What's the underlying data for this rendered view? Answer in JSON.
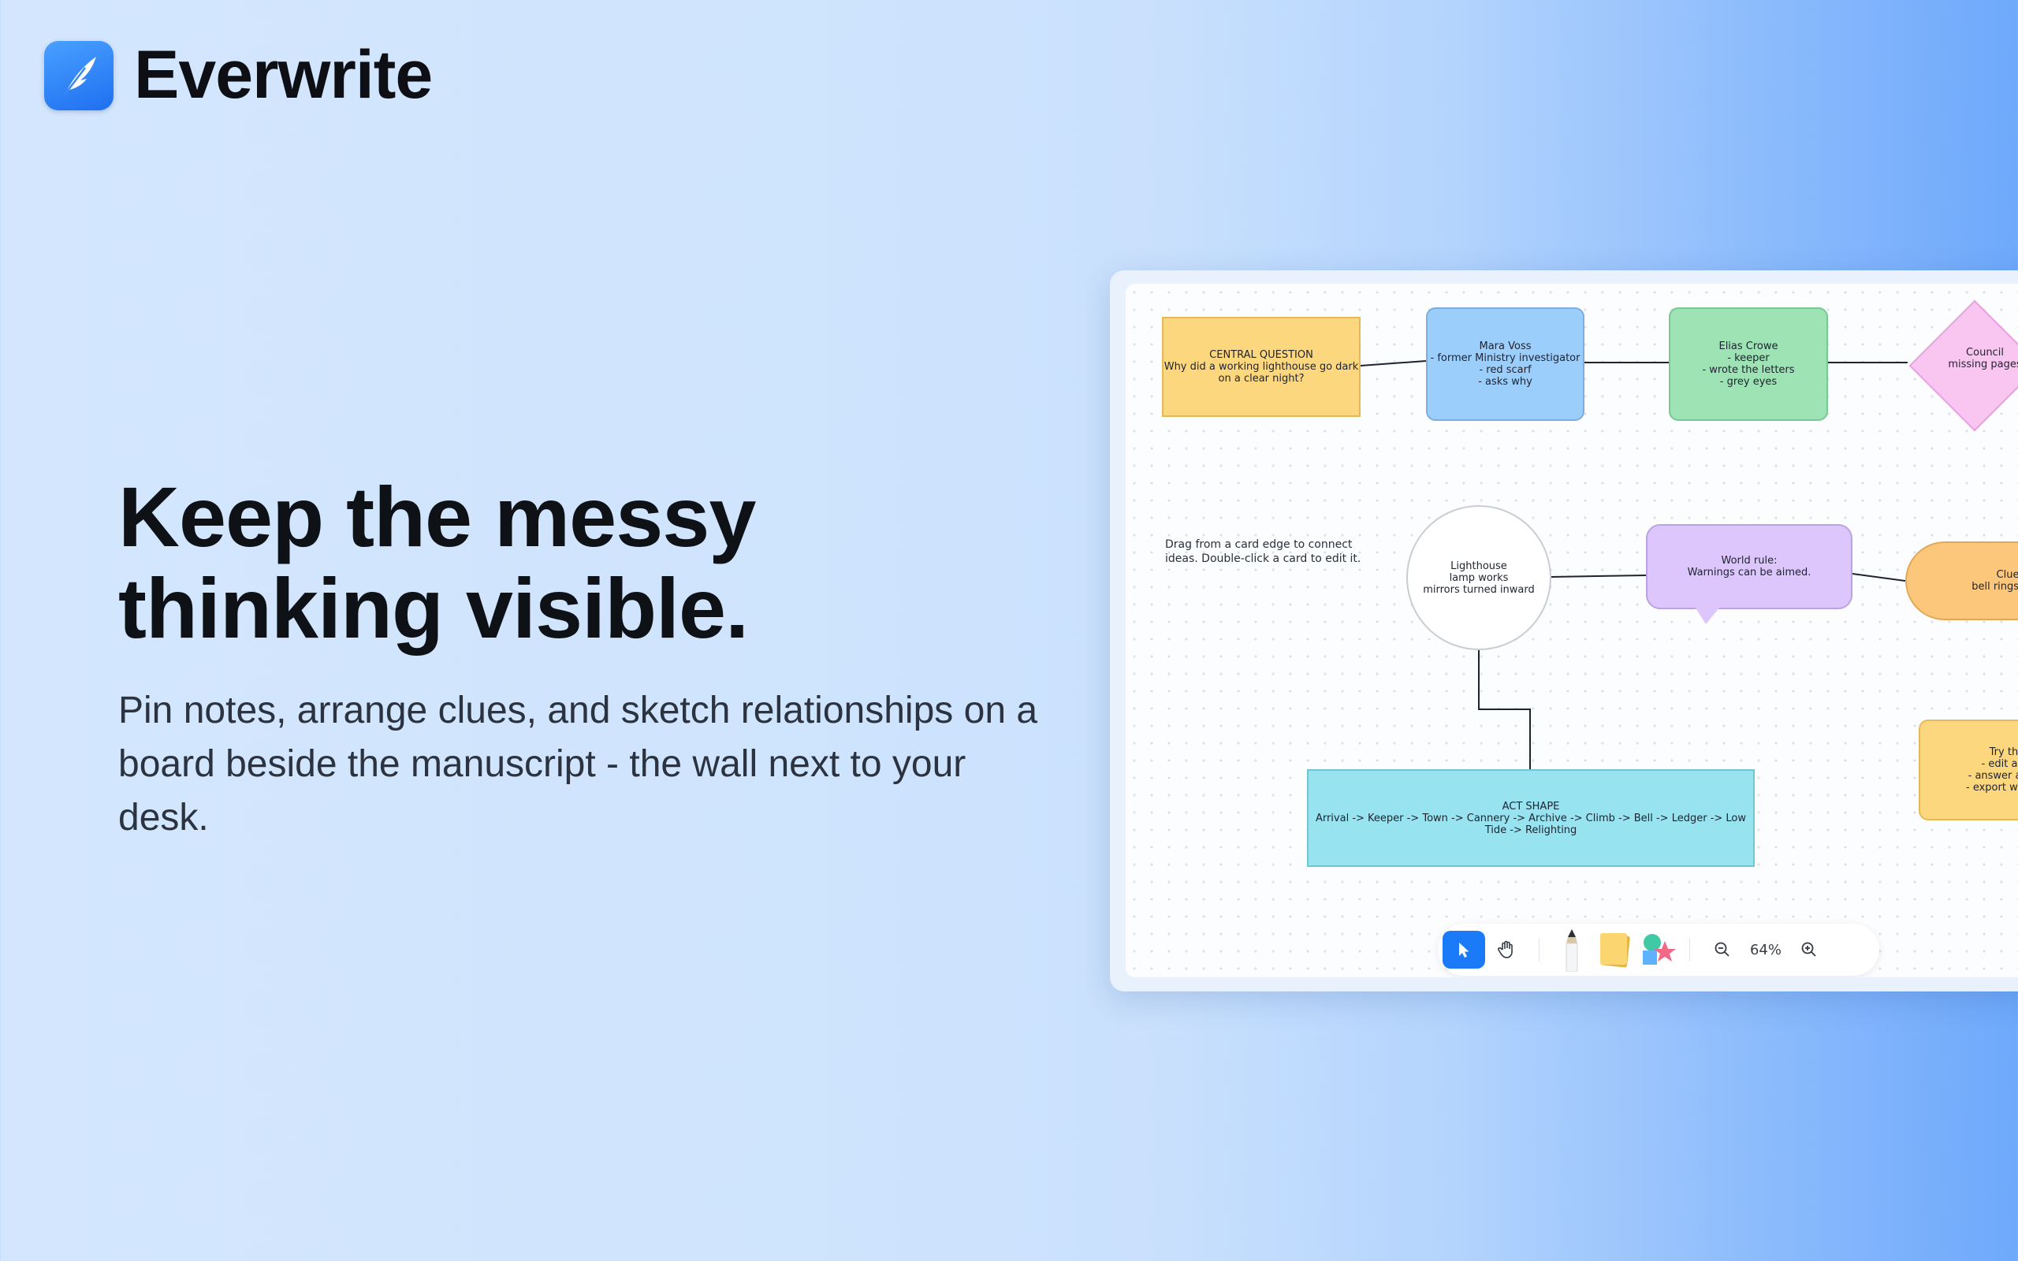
{
  "brand": {
    "name": "Everwrite"
  },
  "hero": {
    "headline_line1": "Keep the messy",
    "headline_line2": "thinking visible.",
    "subtitle": "Pin notes, arrange clues, and sketch relationships on a board beside the manuscript - the wall next to your desk."
  },
  "board": {
    "hint": "Drag from a card edge to connect ideas. Double-click a card to edit it.",
    "cards": {
      "central_question": "CENTRAL QUESTION\nWhy did a working lighthouse go dark on a clear night?",
      "mara_voss": "Mara Voss\n- former Ministry investigator\n- red scarf\n- asks why",
      "elias_crowe": "Elias Crowe\n- keeper\n- wrote the letters\n- grey eyes",
      "council": "Council\nmissing pages",
      "lighthouse": "Lighthouse\nlamp works\nmirrors turned inward",
      "world_rule": "World rule:\nWarnings can be aimed.",
      "clue": "Clue\nbell rings with",
      "act_shape": "ACT SHAPE\nArrival -> Keeper -> Town -> Cannery -> Archive -> Climb -> Bell -> Ledger -> Low Tide -> Relighting",
      "try_this": "Try th\n- edit a s\n- answer a wo\n- export with C"
    },
    "colors": {
      "yellow": "#fdd77d",
      "blue": "#9ccefb",
      "green": "#9de3b4",
      "pink": "#f9c6f1",
      "purple": "#dcc6fb",
      "orange": "#fdc77b",
      "cyan": "#97e3ef",
      "accent": "#1a7af8"
    }
  },
  "toolbar": {
    "tools": [
      "select-pointer-icon",
      "hand-pan-icon",
      "pencil-icon",
      "sticky-note-icon",
      "shapes-icon",
      "zoom-out-icon",
      "zoom-in-icon"
    ],
    "zoom": "64%"
  }
}
